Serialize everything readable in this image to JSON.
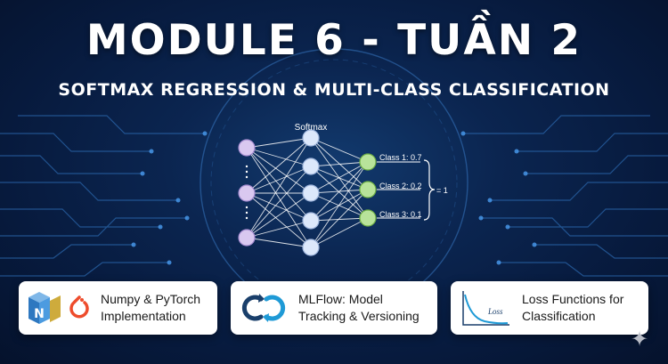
{
  "header": {
    "title": "MODULE 6 - TUẦN 2",
    "subtitle": "SOFTMAX REGRESSION & MULTI-CLASS CLASSIFICATION"
  },
  "diagram": {
    "layer_label": "Softmax",
    "outputs": [
      {
        "label": "Class 1: 0.7"
      },
      {
        "label": "Class 2: 0.2"
      },
      {
        "label": "Class 3: 0.1"
      }
    ],
    "sum_label": "= 1",
    "colors": {
      "input": "#d9c8f0",
      "hidden": "#dce8fb",
      "output": "#b8e39a",
      "edge": "#ffffff"
    }
  },
  "cards": [
    {
      "icon": "numpy-pytorch-icon",
      "line1": "Numpy & PyTorch",
      "line2": "Implementation"
    },
    {
      "icon": "mlflow-icon",
      "line1": "MLFlow: Model",
      "line2": "Tracking & Versioning"
    },
    {
      "icon": "loss-curve-icon",
      "line1": "Loss Functions for",
      "line2": "Classification",
      "icon_label": "Loss"
    }
  ]
}
